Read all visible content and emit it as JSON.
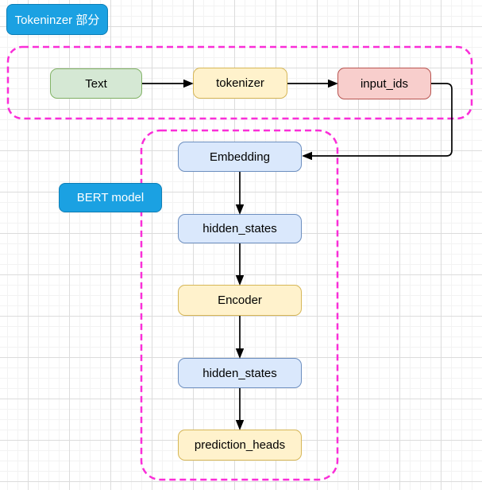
{
  "diagram": {
    "section_labels": {
      "tokenizer_section": "Tokeninzer 部分",
      "bert_model": "BERT model"
    },
    "nodes": [
      {
        "id": "text",
        "label": "Text",
        "color": "green"
      },
      {
        "id": "tokenizer",
        "label": "tokenizer",
        "color": "yellow"
      },
      {
        "id": "input_ids",
        "label": "input_ids",
        "color": "red"
      },
      {
        "id": "embedding",
        "label": "Embedding",
        "color": "blue"
      },
      {
        "id": "hidden_states_1",
        "label": "hidden_states",
        "color": "blue"
      },
      {
        "id": "encoder",
        "label": "Encoder",
        "color": "yellow"
      },
      {
        "id": "hidden_states_2",
        "label": "hidden_states",
        "color": "blue"
      },
      {
        "id": "prediction_heads",
        "label": "prediction_heads",
        "color": "yellow"
      }
    ],
    "edges": [
      {
        "from": "text",
        "to": "tokenizer"
      },
      {
        "from": "tokenizer",
        "to": "input_ids"
      },
      {
        "from": "input_ids",
        "to": "embedding"
      },
      {
        "from": "embedding",
        "to": "hidden_states_1"
      },
      {
        "from": "hidden_states_1",
        "to": "encoder"
      },
      {
        "from": "encoder",
        "to": "hidden_states_2"
      },
      {
        "from": "hidden_states_2",
        "to": "prediction_heads"
      }
    ],
    "groups": [
      {
        "id": "tokenizer-group",
        "style": "dashed-magenta"
      },
      {
        "id": "bert-model-group",
        "style": "dashed-magenta"
      }
    ],
    "colors": {
      "group_border": "#fa2ed8",
      "chip_fill": "#1BA1E2",
      "chip_border": "#0D7EB6",
      "node_green_fill": "#d5e8d4",
      "node_green_border": "#82b366",
      "node_yellow_fill": "#fff2cc",
      "node_yellow_border": "#d6b656",
      "node_red_fill": "#f8cecc",
      "node_red_border": "#b85450",
      "node_blue_fill": "#dae8fc",
      "node_blue_border": "#6c8ebf",
      "arrow": "#000000"
    }
  }
}
